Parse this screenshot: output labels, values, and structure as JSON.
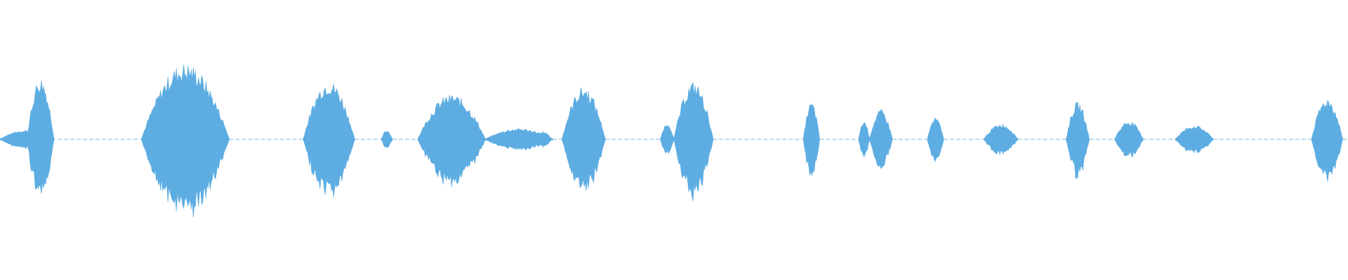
{
  "waveform": {
    "color": "#5dade2",
    "segments": [
      {
        "start": 0.0,
        "end": 0.038,
        "amp": 0.06
      },
      {
        "start": 0.02,
        "end": 0.04,
        "amp": 0.4
      },
      {
        "start": 0.105,
        "end": 0.17,
        "amp": 0.49
      },
      {
        "start": 0.225,
        "end": 0.263,
        "amp": 0.38
      },
      {
        "start": 0.283,
        "end": 0.291,
        "amp": 0.06
      },
      {
        "start": 0.31,
        "end": 0.36,
        "amp": 0.29
      },
      {
        "start": 0.36,
        "end": 0.41,
        "amp": 0.07
      },
      {
        "start": 0.398,
        "end": 0.409,
        "amp": 0.05
      },
      {
        "start": 0.417,
        "end": 0.449,
        "amp": 0.34
      },
      {
        "start": 0.49,
        "end": 0.5,
        "amp": 0.1
      },
      {
        "start": 0.5,
        "end": 0.529,
        "amp": 0.37
      },
      {
        "start": 0.596,
        "end": 0.608,
        "amp": 0.24
      },
      {
        "start": 0.637,
        "end": 0.645,
        "amp": 0.12
      },
      {
        "start": 0.645,
        "end": 0.662,
        "amp": 0.19
      },
      {
        "start": 0.688,
        "end": 0.7,
        "amp": 0.14
      },
      {
        "start": 0.73,
        "end": 0.755,
        "amp": 0.1
      },
      {
        "start": 0.791,
        "end": 0.808,
        "amp": 0.24
      },
      {
        "start": 0.827,
        "end": 0.848,
        "amp": 0.12
      },
      {
        "start": 0.872,
        "end": 0.9,
        "amp": 0.09
      },
      {
        "start": 0.973,
        "end": 0.996,
        "amp": 0.27
      }
    ],
    "noise_floor": [
      {
        "start": 0.038,
        "end": 0.105
      },
      {
        "start": 0.17,
        "end": 0.225
      },
      {
        "start": 0.263,
        "end": 0.31
      },
      {
        "start": 0.41,
        "end": 0.417
      },
      {
        "start": 0.449,
        "end": 0.596
      },
      {
        "start": 0.608,
        "end": 0.637
      },
      {
        "start": 0.662,
        "end": 0.688
      },
      {
        "start": 0.7,
        "end": 0.73
      },
      {
        "start": 0.755,
        "end": 0.791
      },
      {
        "start": 0.808,
        "end": 0.827
      },
      {
        "start": 0.848,
        "end": 0.872
      },
      {
        "start": 0.9,
        "end": 0.973
      },
      {
        "start": 0.996,
        "end": 1.0
      }
    ]
  }
}
